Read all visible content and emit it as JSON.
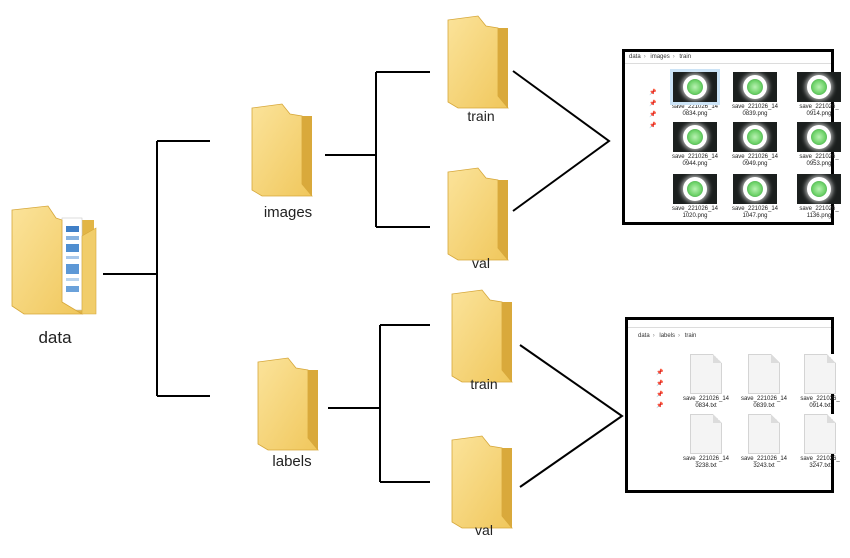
{
  "tree": {
    "root": "data",
    "level1": [
      "images",
      "labels"
    ],
    "level2": [
      "train",
      "val",
      "train",
      "val"
    ]
  },
  "images_window": {
    "breadcrumb": [
      "data",
      "images",
      "train"
    ],
    "files": [
      "save_221026_14\n0834.png",
      "save_221026_14\n0839.png",
      "save_221026_\n0914.png",
      "save_221026_14\n0944.png",
      "save_221026_14\n0949.png",
      "save_221026_\n0953.png",
      "save_221026_14\n1020.png",
      "save_221026_14\n1047.png",
      "save_221026_\n1136.png"
    ]
  },
  "labels_window": {
    "breadcrumb": [
      "data",
      "labels",
      "train"
    ],
    "files": [
      "save_221026_14\n0834.txt",
      "save_221026_14\n0839.txt",
      "save_221026_\n0914.txt",
      "save_221026_14\n3238.txt",
      "save_221026_14\n3243.txt",
      "save_221026_\n3247.txt"
    ]
  },
  "colors": {
    "folder_back": "#dcae3f",
    "folder_front": "#f6d67a",
    "line": "#000000"
  }
}
